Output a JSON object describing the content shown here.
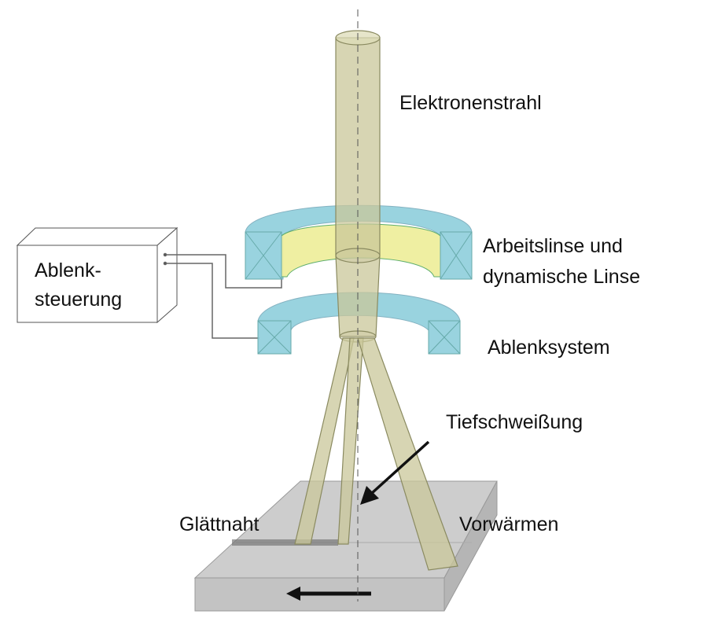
{
  "labels": {
    "beam": "Elektronenstrahl",
    "lens_line1": "Arbeitslinse und",
    "lens_line2": "dynamische Linse",
    "deflection": "Ablenksystem",
    "controller_line1": "Ablenk-",
    "controller_line2": "steuerung",
    "deep_weld": "Tiefschweißung",
    "smoothing": "Glättnaht",
    "preheat": "Vorwärmen"
  },
  "colors": {
    "beam": "#c9c79a",
    "coil": "#8fcfdc",
    "lens_inner": "#efef9e",
    "plate": "#c8c8c8"
  }
}
